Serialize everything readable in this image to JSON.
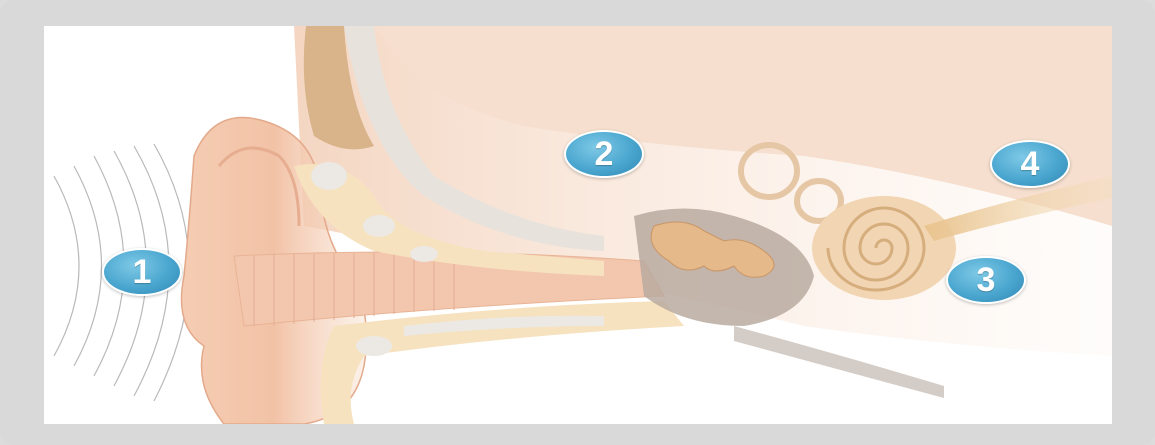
{
  "figure": {
    "markers": [
      {
        "id": "1",
        "label": "1"
      },
      {
        "id": "2",
        "label": "2"
      },
      {
        "id": "3",
        "label": "3"
      },
      {
        "id": "4",
        "label": "4"
      }
    ]
  },
  "colors": {
    "frame": "#d9d9d9",
    "skin": "#f3c7ad",
    "skin_dark": "#e8a98a",
    "tissue": "#f6dcc4",
    "bone": "#d9b48a",
    "marker": "#4aa6cf"
  }
}
